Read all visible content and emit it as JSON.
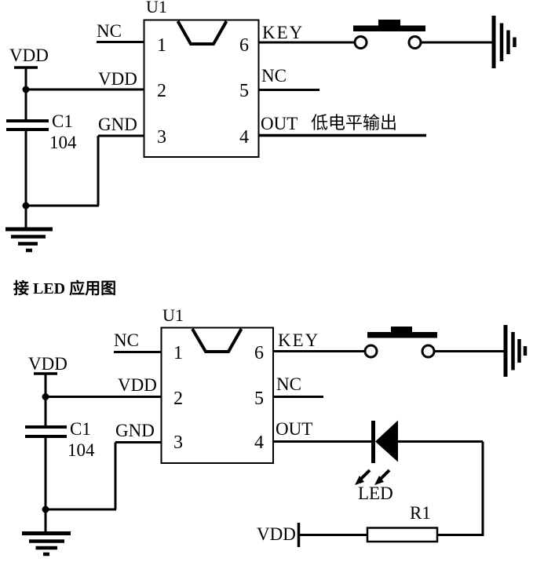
{
  "colors": {
    "ink": "#000000",
    "paper": "#ffffff"
  },
  "section_title": "接 LED 应用图",
  "top_circuit": {
    "ic_ref": "U1",
    "pin1_num": "1",
    "pin1_label": "NC",
    "pin2_num": "2",
    "pin2_label": "VDD",
    "pin3_num": "3",
    "pin3_label": "GND",
    "pin4_num": "4",
    "pin4_label": "OUT",
    "pin5_num": "5",
    "pin5_label": "NC",
    "pin6_num": "6",
    "pin6_label": "KEY",
    "supply_label": "VDD",
    "cap_ref": "C1",
    "cap_value": "104",
    "out_note": "低电平输出"
  },
  "bottom_circuit": {
    "ic_ref": "U1",
    "pin1_num": "1",
    "pin1_label": "NC",
    "pin2_num": "2",
    "pin2_label": "VDD",
    "pin3_num": "3",
    "pin3_label": "GND",
    "pin4_num": "4",
    "pin4_label": "OUT",
    "pin5_num": "5",
    "pin5_label": "NC",
    "pin6_num": "6",
    "pin6_label": "KEY",
    "supply_label": "VDD",
    "cap_ref": "C1",
    "cap_value": "104",
    "led_label": "LED",
    "res_ref": "R1",
    "res_supply_label": "VDD"
  }
}
